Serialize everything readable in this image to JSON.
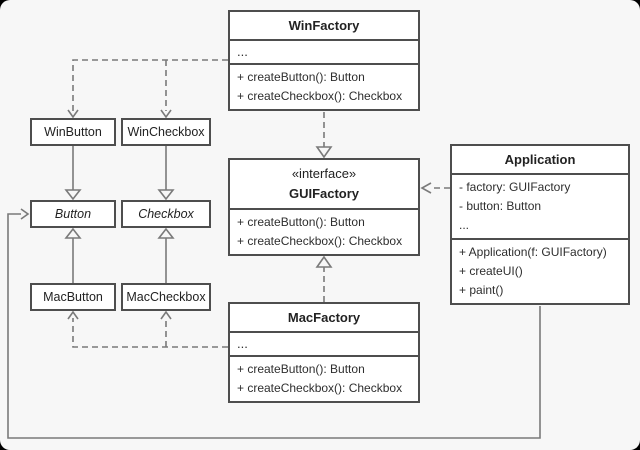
{
  "colors": {
    "canvas": "#f7f7f7",
    "box_fill": "#ffffff",
    "box_border": "#4e4e4e",
    "connector": "#7a7a7a",
    "text": "#222222"
  },
  "classes": {
    "winFactory": {
      "name": "WinFactory",
      "ellipsis": "...",
      "method1": "+ createButton(): Button",
      "method2": "+ createCheckbox(): Checkbox"
    },
    "guiFactory": {
      "stereotype": "«interface»",
      "name": "GUIFactory",
      "method1": "+ createButton(): Button",
      "method2": "+ createCheckbox(): Checkbox"
    },
    "macFactory": {
      "name": "MacFactory",
      "ellipsis": "...",
      "method1": "+ createButton(): Button",
      "method2": "+ createCheckbox(): Checkbox"
    },
    "application": {
      "name": "Application",
      "field1": "- factory: GUIFactory",
      "field2": "- button: Button",
      "ellipsis": "...",
      "method1": "+ Application(f: GUIFactory)",
      "method2": "+ createUI()",
      "method3": "+ paint()"
    },
    "winButton": {
      "name": "WinButton"
    },
    "winCheckbox": {
      "name": "WinCheckbox"
    },
    "button": {
      "name": "Button"
    },
    "checkbox": {
      "name": "Checkbox"
    },
    "macButton": {
      "name": "MacButton"
    },
    "macCheckbox": {
      "name": "MacCheckbox"
    }
  }
}
